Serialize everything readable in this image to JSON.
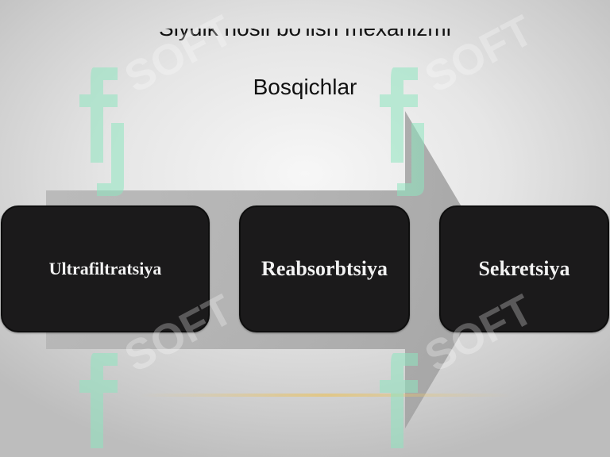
{
  "slide": {
    "title": "Siydik hosil bo'lish mexanizmi",
    "subtitle": "Bosqichlar",
    "stages": [
      {
        "label": "Ultrafiltratsiya"
      },
      {
        "label": "Reabsorbtsiya"
      },
      {
        "label": "Sekretsiya"
      }
    ],
    "colors": {
      "stage_fill": "#1b1a1b",
      "stage_text": "#f2f2f2",
      "arrow": "#a9a9a9",
      "watermark": "#9fe8c8"
    },
    "icons": {
      "process_arrow": "arrow-right-icon",
      "watermark_logo": "soft-logo-icon"
    }
  }
}
